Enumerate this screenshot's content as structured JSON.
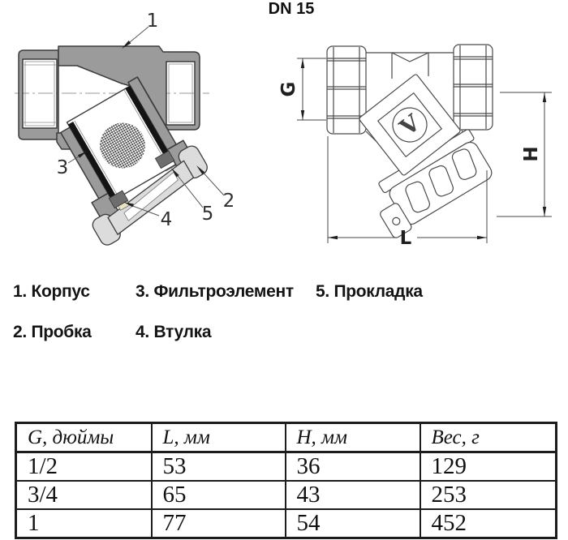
{
  "drawing": {
    "callouts": {
      "body": "1",
      "plug": "2",
      "filter_element": "3",
      "bushing": "4",
      "gasket": "5"
    },
    "dimensions": {
      "g": "G",
      "h": "H",
      "l": "L"
    },
    "logo_letter": "V"
  },
  "legend": {
    "items": [
      {
        "text": "1. Корпус"
      },
      {
        "text": "2. Пробка"
      },
      {
        "text": "3. Фильтроэлемент"
      },
      {
        "text": "4. Втулка"
      },
      {
        "text": "5. Прокладка"
      }
    ]
  },
  "size_label": "DN 15",
  "table": {
    "headers": [
      "G, дюймы",
      "L, мм",
      "H, мм",
      "Вес, г"
    ],
    "rows": [
      [
        "1/2",
        "53",
        "36",
        "129"
      ],
      [
        "3/4",
        "65",
        "43",
        "253"
      ],
      [
        "1",
        "77",
        "54",
        "452"
      ]
    ]
  },
  "colors": {
    "body_fill": "#9b9b9b",
    "line": "#3b3b3b",
    "dark_part": "#6e6e6e",
    "filter_strip": "#141414",
    "plug_fill": "#dcdcdc",
    "gasket_fill": "#e9e3c5",
    "text": "#141414"
  }
}
